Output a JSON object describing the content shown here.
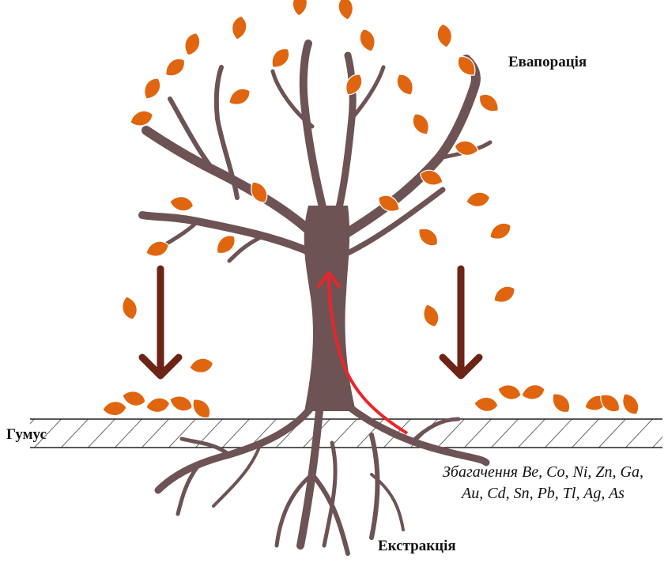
{
  "labels": {
    "evaporation": "Евапорація",
    "humus": "Гумус",
    "enrichment_line1": "Збагачення Be, Co, Ni, Zn, Ga,",
    "enrichment_line2": "Au, Cd, Sn, Pb, Tl, Ag, As",
    "extraction": "Екстракція"
  },
  "colors": {
    "leaf": "#e0650f",
    "trunk": "#6e5354",
    "fall_arrow": "#6b2416",
    "flow_arrow": "#e8262b",
    "hatch": "#555555",
    "ground_line": "#222222"
  },
  "icons": {
    "tree": "tree-illustration",
    "leaf": "leaf-icon",
    "fall_arrow": "down-arrow-icon",
    "sap_arrow": "up-arrow-icon"
  }
}
